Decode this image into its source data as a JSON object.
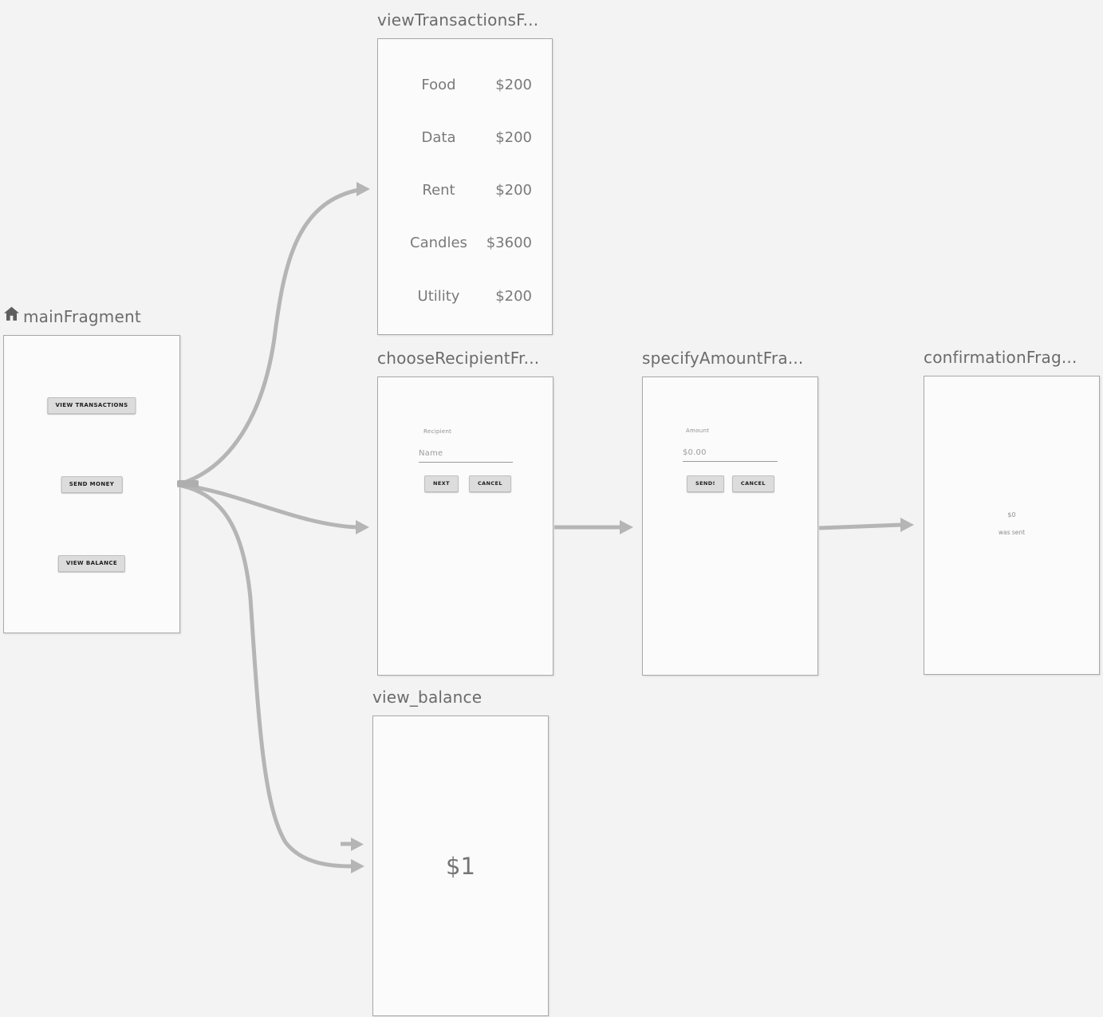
{
  "colors": {
    "background": "#f3f3f3",
    "card_background": "#fbfbfb",
    "card_border": "#a8a8a8",
    "arrow": "#b5b5b5",
    "title_text": "#6b6b6b",
    "preview_text": "#7a7a7a",
    "button_background": "#dcdcdc"
  },
  "fragments": {
    "main": {
      "title": "mainFragment",
      "is_start_destination": true,
      "buttons": [
        {
          "label": "VIEW TRANSACTIONS"
        },
        {
          "label": "SEND MONEY"
        },
        {
          "label": "VIEW BALANCE"
        }
      ]
    },
    "view_transactions": {
      "title": "viewTransactionsF...",
      "rows": [
        {
          "label": "Food",
          "amount": "$200"
        },
        {
          "label": "Data",
          "amount": "$200"
        },
        {
          "label": "Rent",
          "amount": "$200"
        },
        {
          "label": "Candles",
          "amount": "$3600"
        },
        {
          "label": "Utility",
          "amount": "$200"
        }
      ]
    },
    "choose_recipient": {
      "title": "chooseRecipientFr...",
      "field_label": "Recipient",
      "field_placeholder": "Name",
      "next_label": "NEXT",
      "cancel_label": "CANCEL"
    },
    "specify_amount": {
      "title": "specifyAmountFra...",
      "field_label": "Amount",
      "field_value": "$0.00",
      "send_label": "SEND!",
      "cancel_label": "CANCEL"
    },
    "confirmation": {
      "title": "confirmationFrag...",
      "amount": "$0",
      "message": "was sent"
    },
    "view_balance": {
      "title": "view_balance",
      "balance": "$1"
    }
  }
}
